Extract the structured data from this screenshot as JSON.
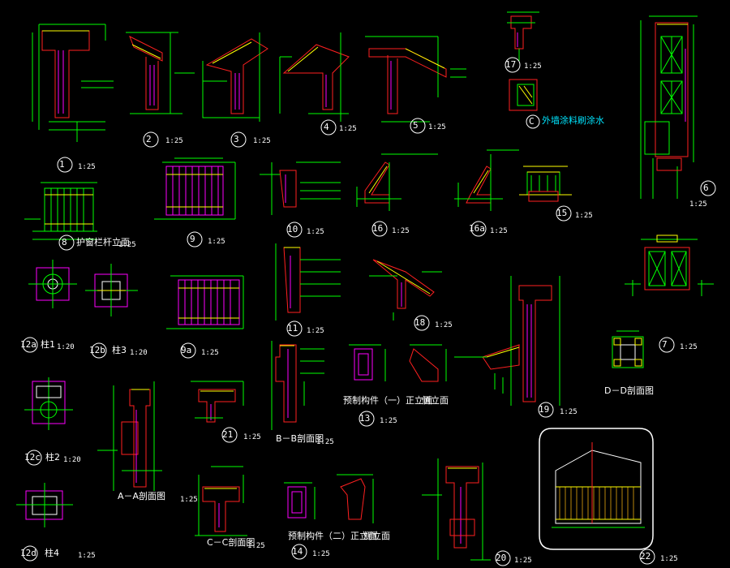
{
  "colors": {
    "background": "#000000",
    "green": "#00ff00",
    "red": "#ff2020",
    "magenta": "#ff00ff",
    "yellow": "#ffff00",
    "cyan": "#00e5ff",
    "white": "#ffffff",
    "brown": "#b8860b"
  },
  "details": [
    {
      "key": "d1",
      "num": "1",
      "scale": "1:25"
    },
    {
      "key": "d2",
      "num": "2",
      "scale": "1:25"
    },
    {
      "key": "d3",
      "num": "3",
      "scale": "1:25"
    },
    {
      "key": "d4",
      "num": "4",
      "scale": "1:25"
    },
    {
      "key": "d5",
      "num": "5",
      "scale": "1:25"
    },
    {
      "key": "d6",
      "num": "6",
      "scale": "1:25"
    },
    {
      "key": "d7",
      "num": "7",
      "scale": "1:25"
    },
    {
      "key": "d8",
      "num": "8",
      "scale": "1:25",
      "title": "护窗栏杆立面"
    },
    {
      "key": "d9",
      "num": "9",
      "scale": "1:25"
    },
    {
      "key": "d9a",
      "num": "9a",
      "scale": "1:25"
    },
    {
      "key": "d10",
      "num": "10",
      "scale": "1:25"
    },
    {
      "key": "d11",
      "num": "11",
      "scale": "1:25"
    },
    {
      "key": "d12a",
      "num": "12a",
      "scale": "1:20",
      "title": "柱1"
    },
    {
      "key": "d12b",
      "num": "12b",
      "scale": "1:20",
      "title": "柱3"
    },
    {
      "key": "d12c",
      "num": "12c",
      "scale": "1:20",
      "title": "柱2"
    },
    {
      "key": "d12d",
      "num": "12d",
      "scale": "1:25",
      "title": "柱4"
    },
    {
      "key": "d13",
      "num": "13",
      "scale": "1:25",
      "title": "预制构件（一）正立面",
      "title2": "侧立面"
    },
    {
      "key": "d14",
      "num": "14",
      "scale": "1:25",
      "title": "预制构件（二）正立面",
      "title2": "侧立面"
    },
    {
      "key": "d15",
      "num": "15",
      "scale": "1:25"
    },
    {
      "key": "d16",
      "num": "16",
      "scale": "1:25"
    },
    {
      "key": "d16a",
      "num": "16a",
      "scale": "1:25"
    },
    {
      "key": "d17",
      "num": "17",
      "scale": "1:25"
    },
    {
      "key": "d18",
      "num": "18",
      "scale": "1:25"
    },
    {
      "key": "d19",
      "num": "19",
      "scale": "1:25"
    },
    {
      "key": "d20",
      "num": "20",
      "scale": "1:25"
    },
    {
      "key": "d21",
      "num": "21",
      "scale": "1:25"
    },
    {
      "key": "d22",
      "num": "22",
      "scale": "1:25"
    }
  ],
  "section_titles": {
    "aa": "A－A剖面图",
    "bb": "B－B剖面图",
    "cc": "C－C剖面图",
    "dd": "D－D剖面图",
    "aa_scale": "1:25",
    "bb_scale": "1:25",
    "cc_scale": "1:25"
  },
  "notes": {
    "wall_paint": "外墙涂料刷涂水",
    "c_mark": "C"
  },
  "axis_letters": {
    "A": "A",
    "B": "B",
    "C": "C",
    "D": "D"
  }
}
